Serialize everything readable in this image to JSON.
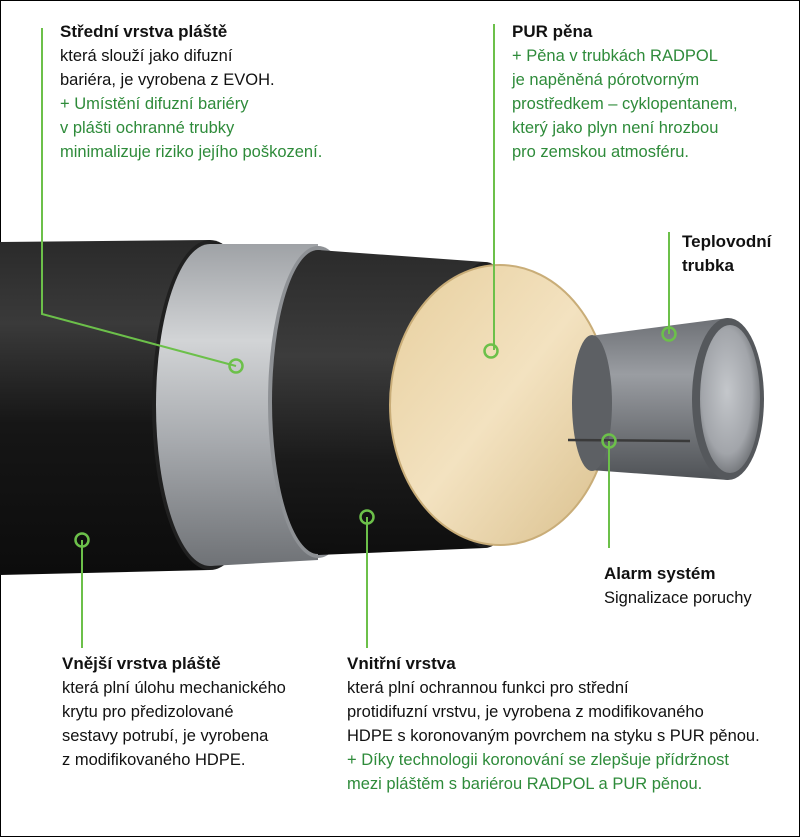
{
  "colors": {
    "callout_green": "#6cc04a",
    "text_green": "#2e8b3a",
    "jacket": "#1c1c1c",
    "barrier": "#b9bcc0",
    "foam": "#efd9b0",
    "steel_pipe": "#7f8287"
  },
  "labels": {
    "middle_layer": {
      "title": "Střední vrstva pláště",
      "lines": [
        "která slouží jako difuzní",
        "bariéra, je vyrobena z EVOH."
      ],
      "green_lines": [
        "+ Umístění difuzní bariéry",
        "v plášti ochranné trubky",
        "minimalizuje riziko jejího poškození."
      ]
    },
    "pur_foam": {
      "title": "PUR pěna",
      "green_lines": [
        "+ Pěna v trubkách RADPOL",
        "je napěněná pórotvorným",
        "prostředkem – cyklopentanem,",
        "který jako plyn není hrozbou",
        "pro zemskou atmosféru."
      ]
    },
    "heating_pipe": {
      "title_lines": [
        "Teplovodní",
        "trubka"
      ]
    },
    "alarm": {
      "title": "Alarm systém",
      "lines": [
        "Signalizace poruchy"
      ]
    },
    "outer_layer": {
      "title": "Vnější vrstva pláště",
      "lines": [
        "která plní úlohu mechanického",
        "krytu pro předizolované",
        "sestavy potrubí, je vyrobena",
        "z modifikovaného HDPE."
      ]
    },
    "inner_layer": {
      "title": "Vnitřní vrstva",
      "lines": [
        "která plní ochrannou funkci pro střední",
        "protidifuzní vrstvu, je vyrobena z modifikovaného",
        "HDPE s koronovaným povrchem na styku s PUR pěnou."
      ],
      "green_lines": [
        "+ Díky technologii koronování se zlepšuje přídržnost",
        "mezi pláštěm s bariérou RADPOL a PUR pěnou."
      ]
    }
  }
}
